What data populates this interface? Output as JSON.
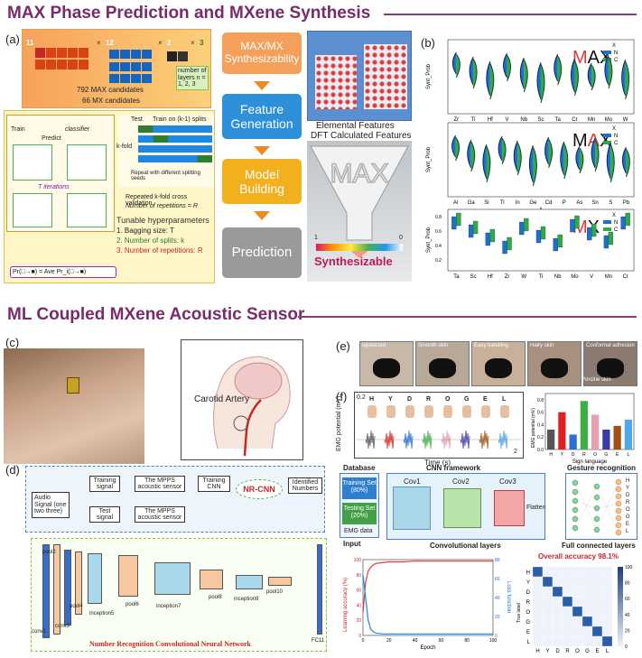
{
  "section1": {
    "title": "MAX Phase Prediction and MXene Synthesis"
  },
  "section2": {
    "title": "ML Coupled MXene Acoustic Sensor"
  },
  "panel_a": {
    "label": "(a)",
    "layers_note": "number of layers n = 1, 2, 3",
    "max_candidates": "792 MAX candidates",
    "mx_candidates": "66 MX candidates",
    "multiplier_1": "11",
    "multiplier_2": "12",
    "multiplier_3": "2",
    "multiplier_4": "3",
    "train_label": "Train",
    "predict_label": "Predict",
    "classifier_label": "classifier",
    "t_iterations": "T iterations",
    "test_label": "Test",
    "train_on_label": "Train on (k-1) splits",
    "kfold_label": "k-fold",
    "repeat_label": "Repeat with different splitting seeds",
    "repeated_cv": "Repeated k-fold cross validation",
    "num_reps": "Number of repetitions = R",
    "tunable_title": "Tunable hyperparameters",
    "hyper1": "1. Bagging size: T",
    "hyper2": "2. Number of splits: k",
    "hyper3": "3. Number of repetitions: R",
    "pr_formula": "Pr(□→■) = Ave Pr_i(□→■)",
    "flow1": "MAX/MX Synthesizability",
    "flow2": "Feature Generation",
    "flow3": "Model Building",
    "flow4": "Prediction",
    "elemental_features": "Elemental Features",
    "dft_features": "DFT Calculated Features",
    "funnel_text": "MAX",
    "scale_left": "1",
    "scale_right": "0",
    "synth_word": "Synthesizable"
  },
  "panel_b": {
    "label": "(b)",
    "charts": [
      {
        "title_red": "M",
        "title_rest": "AX",
        "ylabel": "Synt_Prob",
        "xlabel": "M",
        "ticks": [
          "Zr",
          "Ti",
          "Hf",
          "V",
          "Nb",
          "Sc",
          "Ta",
          "Cr",
          "Mn",
          "Mo",
          "W"
        ],
        "legend": [
          "X",
          "N",
          "C"
        ]
      },
      {
        "title_red": "A",
        "title_rest": "X",
        "title_pre": "M",
        "ylabel": "Synt_Prob",
        "xlabel": "A",
        "ticks": [
          "Al",
          "Ga",
          "Si",
          "Tl",
          "In",
          "Ge",
          "Cd",
          "P",
          "As",
          "Sn",
          "S",
          "Pb"
        ],
        "legend": [
          "X",
          "N",
          "C"
        ]
      },
      {
        "title_red": "M",
        "title_rest": "X",
        "ylabel": "Synt_Prob",
        "xlabel": "",
        "yticks": [
          "0.8",
          "0.6",
          "0.4",
          "0.2"
        ],
        "ticks": [
          "Ta",
          "Sc",
          "Hf",
          "Zr",
          "W",
          "Ti",
          "Nb",
          "Mo",
          "V",
          "Mn",
          "Cr"
        ],
        "legend": [
          "X",
          "N",
          "C"
        ]
      }
    ]
  },
  "panel_c": {
    "label": "(c)",
    "artery_label": "Carotid Artery"
  },
  "panel_d": {
    "label": "(d)",
    "audio": "Audio Signal (one two three)",
    "training_signal": "Training signal",
    "mpps1": "The MPPS acoustic sensor",
    "training_cnn": "Training CNN",
    "nrcnn": "NR-CNN",
    "identified": "Identified Numbers",
    "test_signal": "Test signal",
    "mpps2": "The MPPS acoustic sensor",
    "layers": [
      "conv1",
      "pool2",
      "conv3",
      "pool4",
      "inception5",
      "pool6",
      "inception7",
      "pool8",
      "inception9",
      "pool10",
      "FC11"
    ],
    "caption": "Number Recognition Convolutional Neural Network"
  },
  "panel_e": {
    "label": "(e)",
    "photos": [
      "squeezed",
      "Smooth skin",
      "Easy handling",
      "Hairy skin",
      "Conformal adhesion"
    ],
    "porcine": "Porcine skin"
  },
  "panel_f": {
    "label": "(f)",
    "letters": [
      "H",
      "Y",
      "D",
      "R",
      "O",
      "G",
      "E",
      "L"
    ],
    "emg_ylabel": "EMG potential (mV)",
    "emg_xlabel": "Time (s)",
    "scale_top": "0.2",
    "scale_bottom": "2",
    "bar_ylabel": "EMG potential (mV)",
    "bar_xlabel": "Sign language",
    "bar_yticks": [
      "0.8",
      "0.6",
      "0.4",
      "0.2",
      "0.0"
    ],
    "database": "Database",
    "training_set": "Training Set (80%)",
    "testing_set": "Testing Set (20%)",
    "emg_data": "EMG data",
    "input": "Input",
    "cnn_framework": "CNN framework",
    "cov1": "Cov1",
    "cov2": "Cov2",
    "cov3": "Cov3",
    "flatten": "Flatten",
    "conv_layers": "Convolutional layers",
    "gesture": "Gesture recognition",
    "full_connected": "Full connected layers",
    "overall_acc": "Overall accuracy 98.1%",
    "acc_ylabel": "Learning accuracy (%)",
    "loss_ylabel": "Loss function",
    "epoch_label": "Epoch",
    "acc_yticks": [
      "100",
      "80",
      "60",
      "40",
      "20",
      "0"
    ],
    "loss_yticks": [
      "80",
      "60",
      "40",
      "20",
      "0"
    ],
    "epoch_ticks": [
      "0",
      "20",
      "40",
      "60",
      "80",
      "100"
    ],
    "true_label": "True label",
    "pred_label": "Predicted label",
    "cm_scale": [
      "100",
      "80",
      "60",
      "40",
      "20",
      "0"
    ]
  },
  "chart_data": [
    {
      "type": "bar",
      "title": "",
      "xlabel": "Sign language",
      "ylabel": "EMG potential (mV)",
      "categories": [
        "H",
        "Y",
        "D",
        "R",
        "O",
        "G",
        "E",
        "L"
      ],
      "values": [
        0.32,
        0.6,
        0.24,
        0.78,
        0.56,
        0.32,
        0.38,
        0.48
      ],
      "colors": [
        "#555555",
        "#e02020",
        "#2b6fd6",
        "#3cb043",
        "#e8a0b0",
        "#3a3aa8",
        "#a05010",
        "#4fa8e8"
      ],
      "ylim": [
        0,
        0.9
      ]
    },
    {
      "type": "line",
      "title": "",
      "xlabel": "Epoch",
      "ylabel": "Learning accuracy (%)",
      "series": [
        {
          "x": [
            0,
            2,
            4,
            6,
            8,
            10,
            15,
            20,
            30,
            40,
            60,
            80,
            100
          ],
          "values": [
            30,
            70,
            85,
            90,
            93,
            95,
            96,
            97,
            97,
            98,
            98,
            98,
            98
          ]
        },
        {
          "x": [
            0,
            2,
            4,
            6,
            8,
            10,
            15,
            20,
            30,
            40,
            60,
            80,
            100
          ],
          "values": [
            80,
            50,
            20,
            8,
            5,
            3,
            2,
            2,
            2,
            2,
            2,
            2,
            2
          ]
        }
      ],
      "ylim": [
        0,
        100
      ]
    }
  ]
}
